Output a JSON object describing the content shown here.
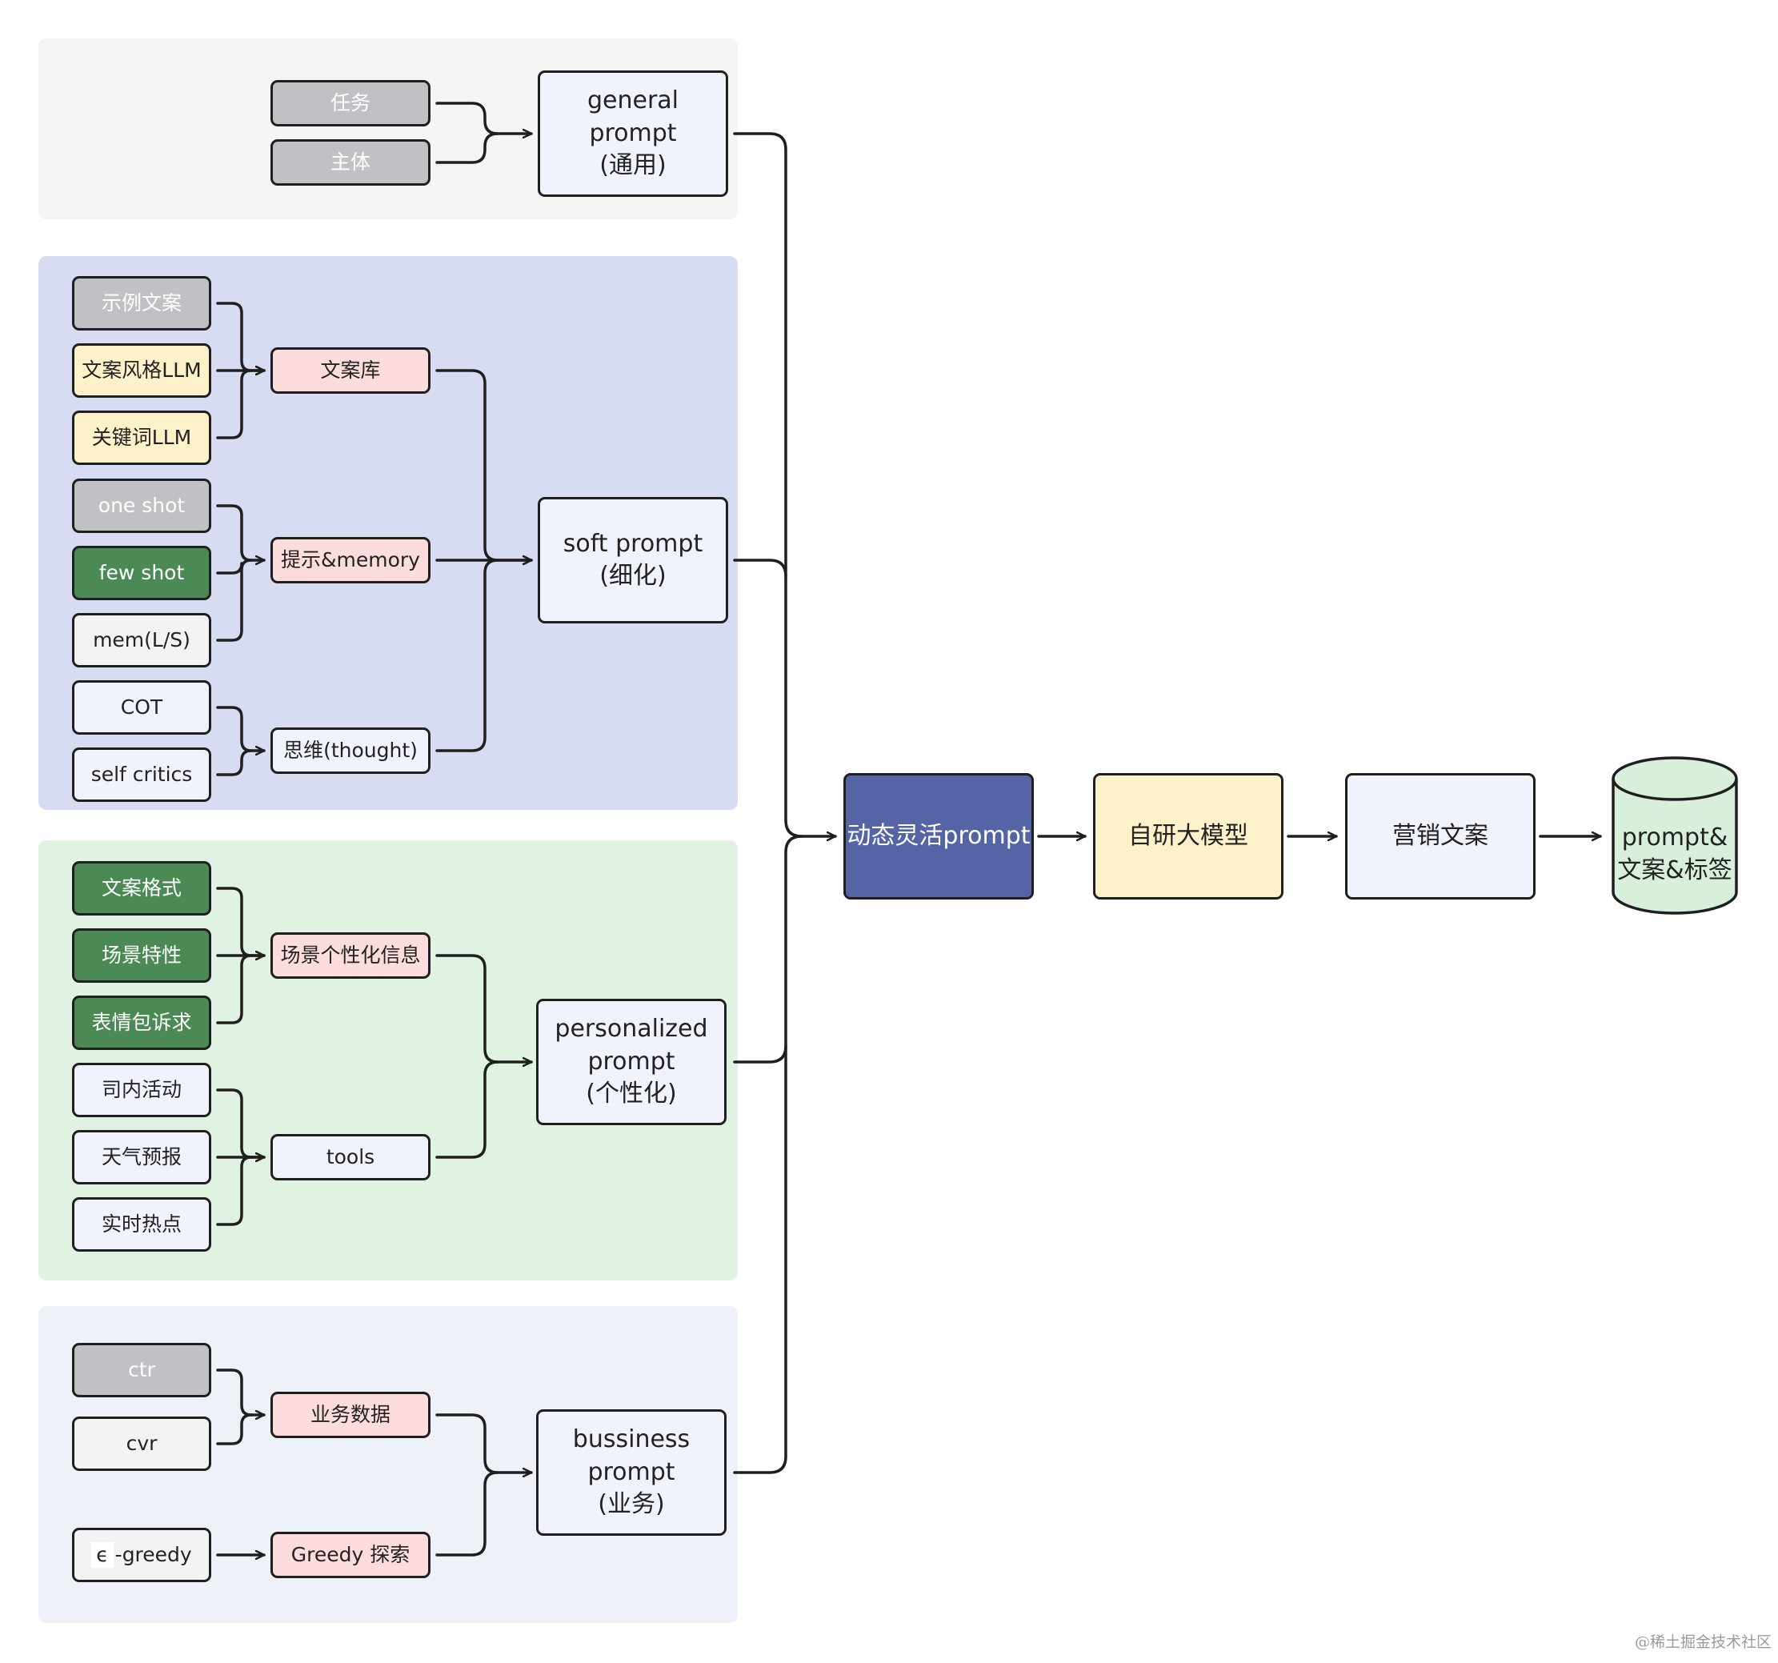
{
  "groups": {
    "general": {
      "color": "#f5f5f3"
    },
    "soft": {
      "color": "#d8dcf2"
    },
    "personalized": {
      "color": "#e0f3e2"
    },
    "business": {
      "color": "#eff1f9"
    }
  },
  "inputs": {
    "task": "任务",
    "subject": "主体",
    "example_copy": "示例文案",
    "copy_style_llm": "文案风格LLM",
    "keyword_llm": "关键词LLM",
    "one_shot": "one shot",
    "few_shot": "few shot",
    "mem": "mem(L/S)",
    "cot": "COT",
    "self_critics": "self critics",
    "copy_format": "文案格式",
    "scene_feature": "场景特性",
    "emoji_appeal": "表情包诉求",
    "company_events": "司内活动",
    "weather_forecast": "天气预报",
    "realtime_hot": "实时热点",
    "ctr": "ctr",
    "cvr": "cvr",
    "epsilon_symbol": "ϵ",
    "epsilon_greedy": "-greedy"
  },
  "intermediates": {
    "copy_library": "文案库",
    "hint_memory": "提示&memory",
    "thought": "思维(thought)",
    "scene_personal_info": "场景个性化信息",
    "tools": "tools",
    "business_data": "业务数据",
    "greedy_explore": "Greedy 探索"
  },
  "prompts": {
    "general": "general prompt\n(通用)",
    "soft": "soft prompt\n(细化)",
    "personalized": "personalized\nprompt\n(个性化)",
    "business": "bussiness\nprompt\n(业务)"
  },
  "pipeline": {
    "dynamic_prompt": "动态灵活prompt",
    "llm": "自研大模型",
    "marketing_copy": "营销文案",
    "storage": "prompt&\n文案&标签"
  },
  "colors": {
    "line": "#1f1f1f",
    "gray": "#bfc1c5",
    "yellow": "#fdf1c9",
    "pink": "#fcdcdc",
    "green": "#4b8a55",
    "white": "#f0f3fb",
    "blue": "#5464a4",
    "db": "#d8efdc"
  },
  "footer": {
    "watermark": "@稀土掘金技术社区"
  }
}
